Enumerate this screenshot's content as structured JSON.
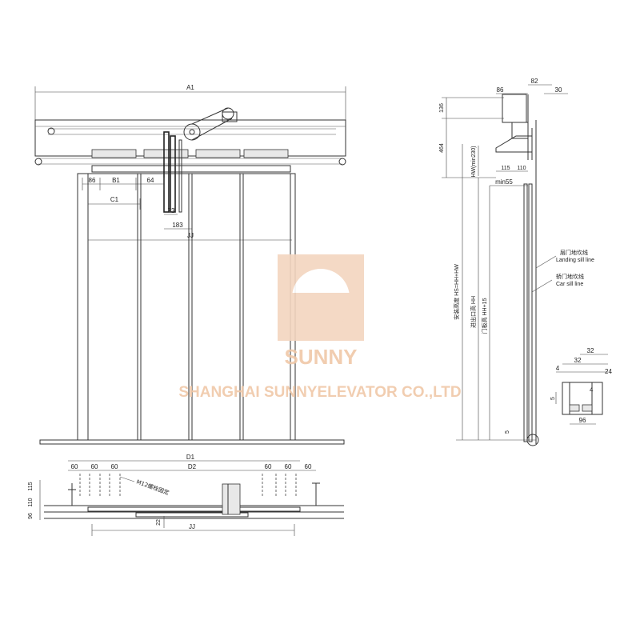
{
  "front_view": {
    "dimensions": {
      "a1": "A1",
      "b1": "B1",
      "c1": "C1",
      "jj": "JJ",
      "d86": "86",
      "d64": "64",
      "d73": "73",
      "d183": "183"
    }
  },
  "side_view": {
    "dimensions": {
      "d86": "86",
      "d82": "82",
      "d30": "30",
      "d136": "136",
      "d464": "464",
      "d115": "115",
      "d110": "110",
      "min55": "min55",
      "hw_min230": "HW(min230)",
      "hs": "安装高度 HS=HH+HW",
      "hh": "进出口高 HH",
      "door_h": "门板高 HH+15",
      "d5": "5"
    },
    "labels": {
      "landing_cn": "层门地坎线",
      "landing_en": "Landing sill line",
      "car_cn": "轿门地坎线",
      "car_en": "Car sill line"
    }
  },
  "sill_detail": {
    "dimensions": {
      "d32": "32",
      "d4a": "4",
      "d32b": "32",
      "d24": "24",
      "d4b": "4",
      "d5": "5",
      "d96": "96"
    }
  },
  "plan_view": {
    "dimensions": {
      "d1": "D1",
      "d2": "D2",
      "jj": "JJ",
      "d60_1": "60",
      "d60_2": "60",
      "d60_3": "60",
      "d60_4": "60",
      "d60_5": "60",
      "d60_6": "60",
      "d115": "115",
      "d110": "110",
      "d96": "96",
      "d22": "22",
      "m12": "M12螺栓固定"
    }
  },
  "watermark": {
    "brand": "SUNNY",
    "company": "SHANGHAI SUNNYELEVATOR CO.,LTD",
    "color": "#f0c8a8"
  }
}
